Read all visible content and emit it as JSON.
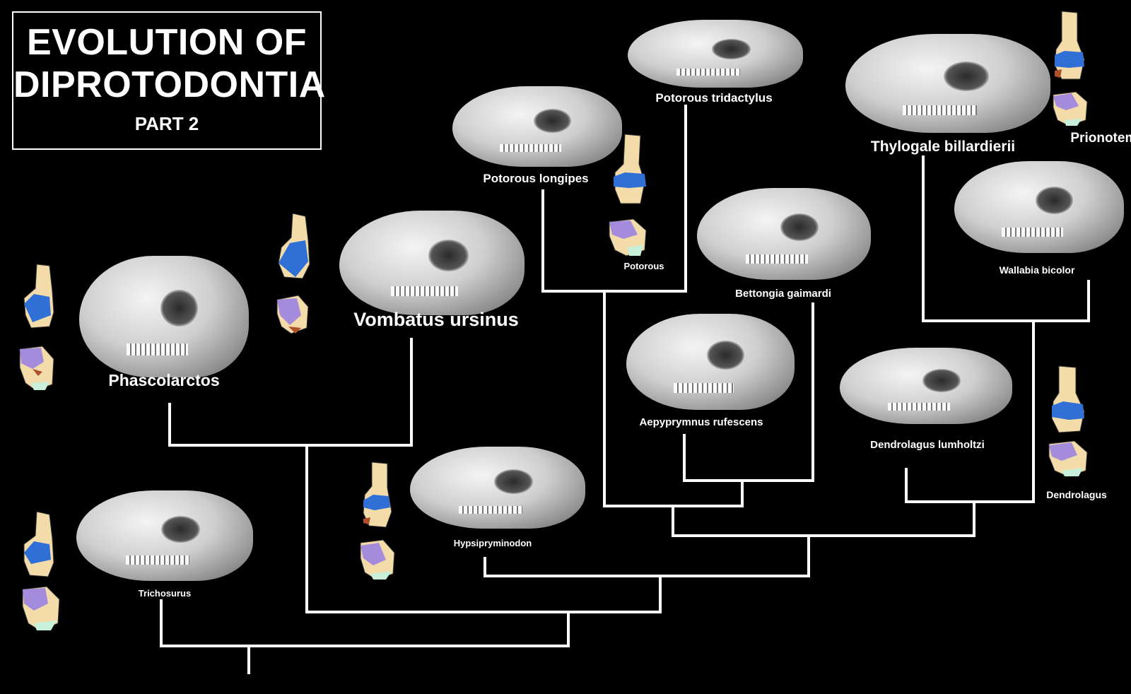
{
  "title": {
    "line1": "EVOLUTION OF",
    "line2": "DIPROTODONTIA",
    "subtitle": "PART  2"
  },
  "taxa": {
    "phascolarctos": "Phascolarctos",
    "vombatus": "Vombatus ursinus",
    "trichosurus": "Trichosurus",
    "hypsiprymnodon": "Hypsipryminodon",
    "potorous_longipes": "Potorous longipes",
    "potorous_tridactylus": "Potorous tridactylus",
    "potorous": "Potorous",
    "bettongia": "Bettongia gaimardi",
    "aepyprymnus": "Aepyprymnus rufescens",
    "thylogale": "Thylogale billardierii",
    "prionotemi": "Prionotemi",
    "wallabia": "Wallabia bicolor",
    "dendrolagus_lumholtzi": "Dendrolagus lumholtzi",
    "dendrolagus": "Dendrolagus"
  },
  "colors": {
    "background": "#000000",
    "branch": "#ffffff",
    "bone": "#f3dcaa",
    "facet_blue": "#2f6fd6",
    "facet_lavender": "#a48bdc",
    "facet_mint": "#c8efd9",
    "facet_red": "#b0502a"
  }
}
